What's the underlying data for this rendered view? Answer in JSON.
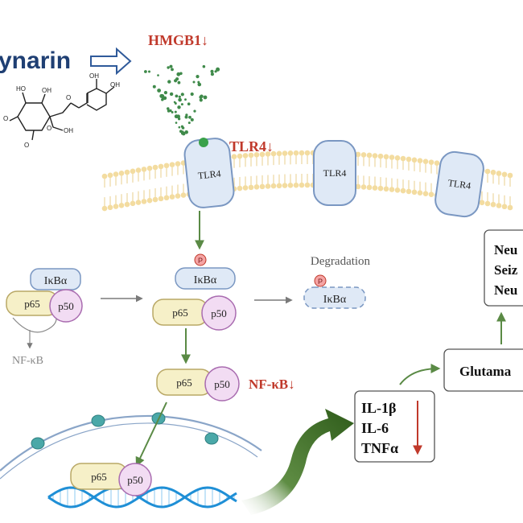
{
  "drug": {
    "name": "ynarin"
  },
  "hmgb1": {
    "label": "HMGB1↓",
    "color": "#c0392b"
  },
  "tlr4": {
    "label": "TLR4↓",
    "receptor_label": "TLR4"
  },
  "ikba": {
    "label": "IκBα",
    "phospho": "P"
  },
  "degradation": {
    "label": "Degradation"
  },
  "subunits": {
    "p65": "p65",
    "p50": "p50"
  },
  "nfkb": {
    "plain": "NF-κB",
    "down": "NF-κB↓"
  },
  "cytokines": {
    "il1b": "IL-1β",
    "il6": "IL-6",
    "tnfa": "TNFα"
  },
  "glutamate": {
    "label": "Glutama"
  },
  "outcomes": [
    "Neu",
    "Seiz",
    "Neu"
  ],
  "colors": {
    "accent_red": "#c0392b",
    "arrow_green": "#5a8a45",
    "dark_green": "#2e5b1a",
    "drug_blue": "#1f3f73",
    "tlr4_fill": "#dfe9f6",
    "tlr4_stroke": "#7a97c2",
    "p65_fill": "#f6f0c8",
    "p65_stroke": "#b9a866",
    "p50_fill": "#f2dcf3",
    "p50_stroke": "#a96cb0",
    "phospho_fill": "#f4a4a4",
    "dna_blue": "#1f8fd6",
    "pore_teal": "#4aa8a8",
    "lipid_head": "#f3dca0"
  }
}
